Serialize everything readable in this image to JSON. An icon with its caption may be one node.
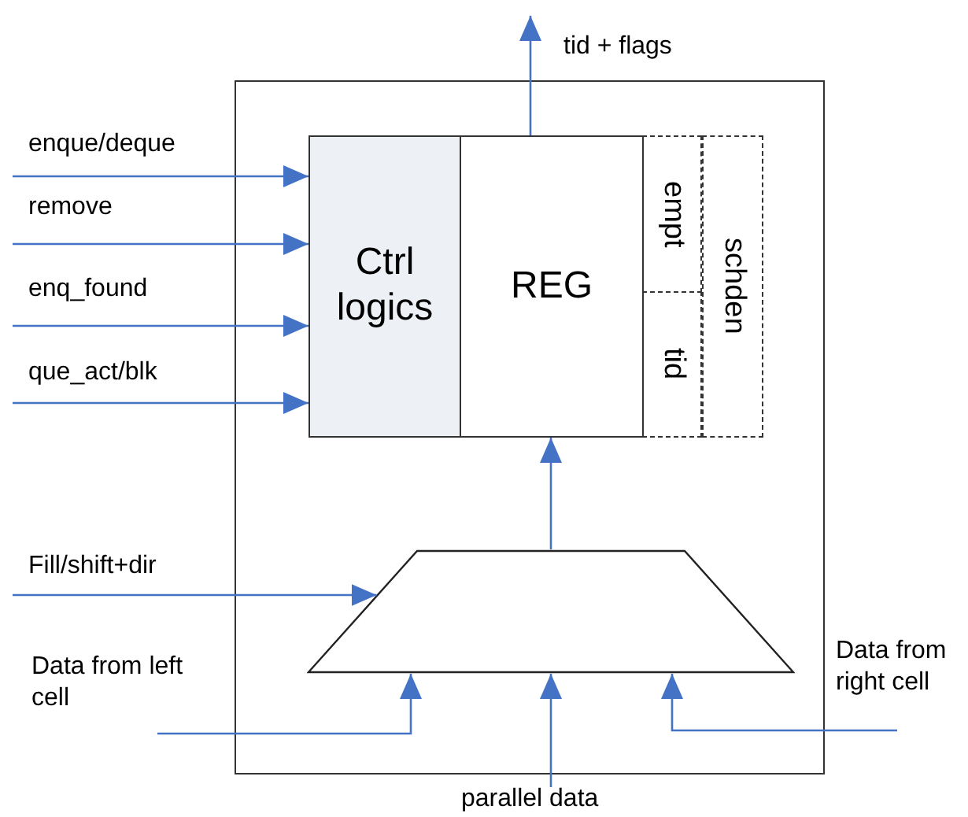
{
  "diagram": {
    "nodes": [
      {
        "text": [],
        "shape": "box"
      },
      {
        "text": [
          "Ctrl logics"
        ],
        "in": 0
      },
      {
        "text": [
          "REG"
        ],
        "in": 0
      },
      {
        "text": [
          "empt"
        ],
        "in": 0
      },
      {
        "text": [
          "tid"
        ],
        "in": 0
      },
      {
        "text": [
          "schden"
        ],
        "in": 0
      },
      {
        "text": [],
        "shape": "trapezoid",
        "in": 0
      }
    ],
    "edges": [
      {
        "from": null,
        "to": 1,
        "arrow": "to",
        "label": "enque/deque"
      },
      {
        "from": null,
        "to": 1,
        "arrow": "to",
        "label": "remove"
      },
      {
        "from": null,
        "to": 1,
        "arrow": "to",
        "label": "enq_found"
      },
      {
        "from": null,
        "to": 1,
        "arrow": "to",
        "label": "que_act/blk"
      },
      {
        "from": 2,
        "to": null,
        "arrow": "to",
        "label": "tid + flags"
      },
      {
        "from": 6,
        "to": 2,
        "arrow": "to"
      },
      {
        "from": null,
        "to": 6,
        "arrow": "to",
        "label": "Fill/shift+dir"
      },
      {
        "from": null,
        "to": 6,
        "arrow": "to",
        "label": "Data from left cell"
      },
      {
        "from": null,
        "to": 6,
        "arrow": "to",
        "label": "parallel data"
      },
      {
        "from": null,
        "to": 6,
        "arrow": "to",
        "label": "Data from right cell"
      }
    ]
  }
}
